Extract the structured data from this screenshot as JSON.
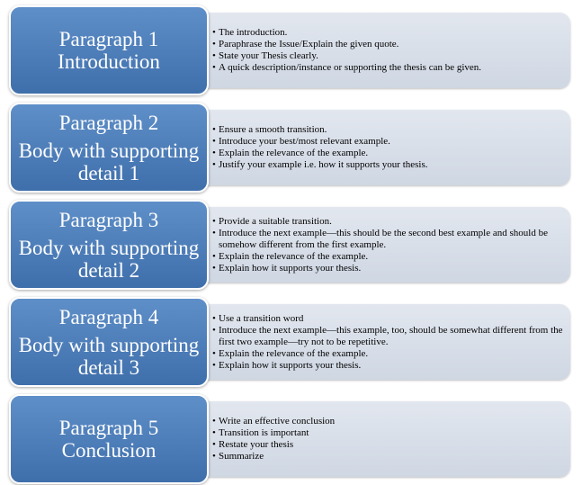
{
  "sections": [
    {
      "heading": "Paragraph 1",
      "subtitle": "Introduction",
      "points": [
        "The introduction.",
        "Paraphrase the Issue/Explain the given quote.",
        "State your Thesis clearly.",
        "A quick description/instance or supporting the thesis can be given."
      ]
    },
    {
      "heading": "Paragraph 2",
      "subtitle": "Body with supporting detail 1",
      "points": [
        "Ensure a smooth transition.",
        "Introduce your best/most relevant example.",
        "Explain the relevance of the example.",
        "Justify your example i.e. how it supports your thesis."
      ]
    },
    {
      "heading": "Paragraph 3",
      "subtitle": "Body with supporting detail 2",
      "points": [
        "Provide a suitable transition.",
        "Introduce the next example—this should be the second best example and should be somehow different from the first example.",
        "Explain the relevance of the example.",
        "Explain how it supports your thesis."
      ]
    },
    {
      "heading": "Paragraph 4",
      "subtitle": "Body with supporting detail 3",
      "points": [
        "Use a transition word",
        "Introduce the next example—this example, too, should be somewhat different from the first two example—try not to be repetitive.",
        "Explain the relevance of the example.",
        "Explain how it supports your thesis."
      ]
    },
    {
      "heading": "Paragraph 5",
      "subtitle": "Conclusion",
      "points": [
        "Write an effective conclusion",
        "Transition is important",
        "Restate your thesis",
        "Summarize"
      ]
    }
  ]
}
